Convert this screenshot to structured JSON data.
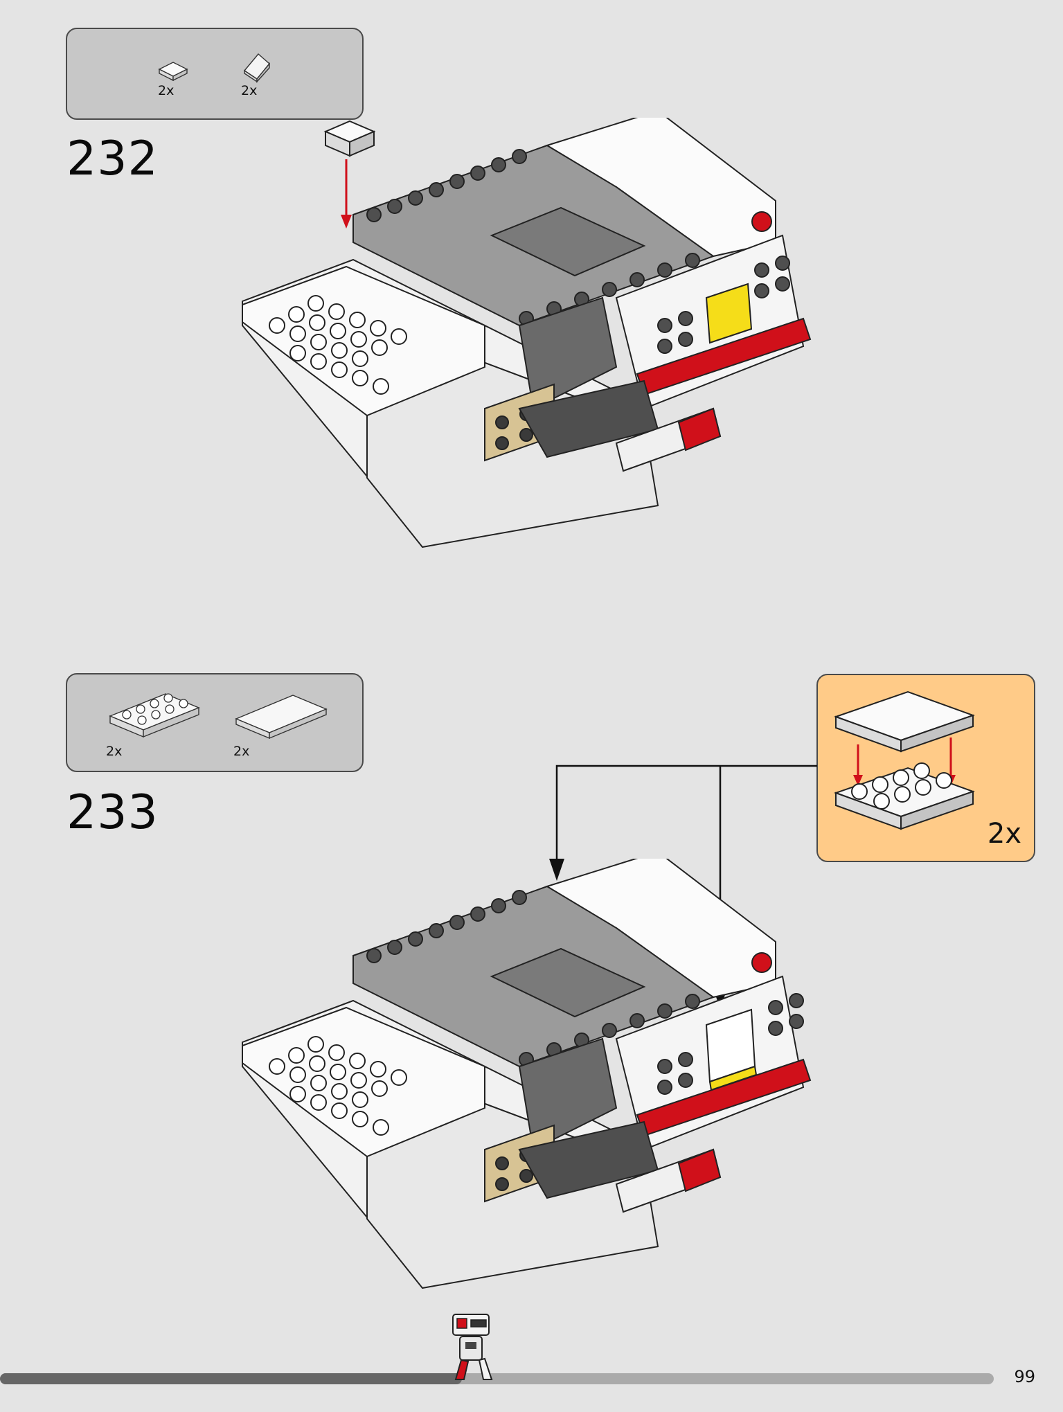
{
  "page": {
    "number": "99",
    "progress": 0.465
  },
  "colors": {
    "background": "#e4e4e4",
    "parts_box": "#c7c7c7",
    "callout": "#ffcb88",
    "accent_red": "#d0101a",
    "yellow": "#f5dd19",
    "tan": "#d7c394",
    "dark_gray": "#4f4f4f",
    "medium_gray": "#9b9b9b",
    "progress_done": "#666666",
    "progress_remaining": "#aaaaaa"
  },
  "steps": [
    {
      "number": "232",
      "parts": [
        {
          "name": "tile-1x1-white",
          "qty": "2x"
        },
        {
          "name": "slope-1x1-white",
          "qty": "2x"
        }
      ]
    },
    {
      "number": "233",
      "parts": [
        {
          "name": "plate-2x4-white",
          "qty": "2x"
        },
        {
          "name": "tile-2x4-white",
          "qty": "2x"
        }
      ],
      "subassembly": {
        "qty": "2x"
      }
    }
  ]
}
